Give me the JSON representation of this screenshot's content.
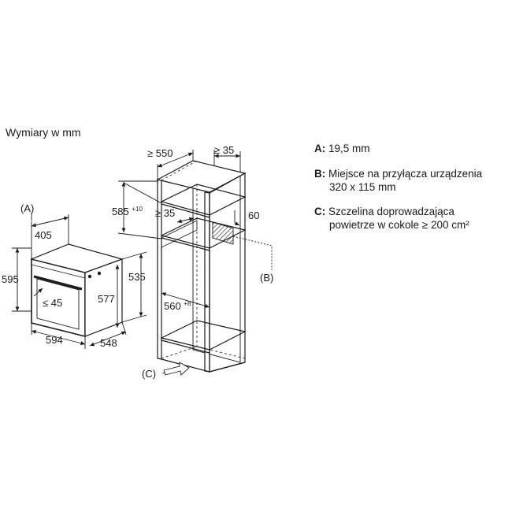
{
  "heading": "Wymiary w mm",
  "legend": [
    {
      "key": "A:",
      "line1": "19,5 mm",
      "line2": ""
    },
    {
      "key": "B:",
      "line1": "Miejsce na przyłącza urządzenia",
      "line2": "320 x 115 mm"
    },
    {
      "key": "C:",
      "line1": "Szczelina doprowadzająca",
      "line2": "powietrze w cokole ≥ 200 cm²"
    }
  ],
  "callouts": {
    "a": "(A)",
    "b": "(B)",
    "c": "(C)"
  },
  "oven_dims": {
    "depth_front": "405",
    "height_total": "595",
    "height_body": "535",
    "height_inner": "577",
    "handle": "≤ 45",
    "width": "594",
    "depth": "548"
  },
  "cabinet_dims": {
    "depth_min": "≥ 550",
    "back_gap": "≥ 35",
    "niche_height": "585",
    "niche_height_tol": "+10",
    "vent_gap": "≥ 35",
    "vent": "60",
    "niche_width": "560",
    "niche_width_tol": "+8"
  }
}
